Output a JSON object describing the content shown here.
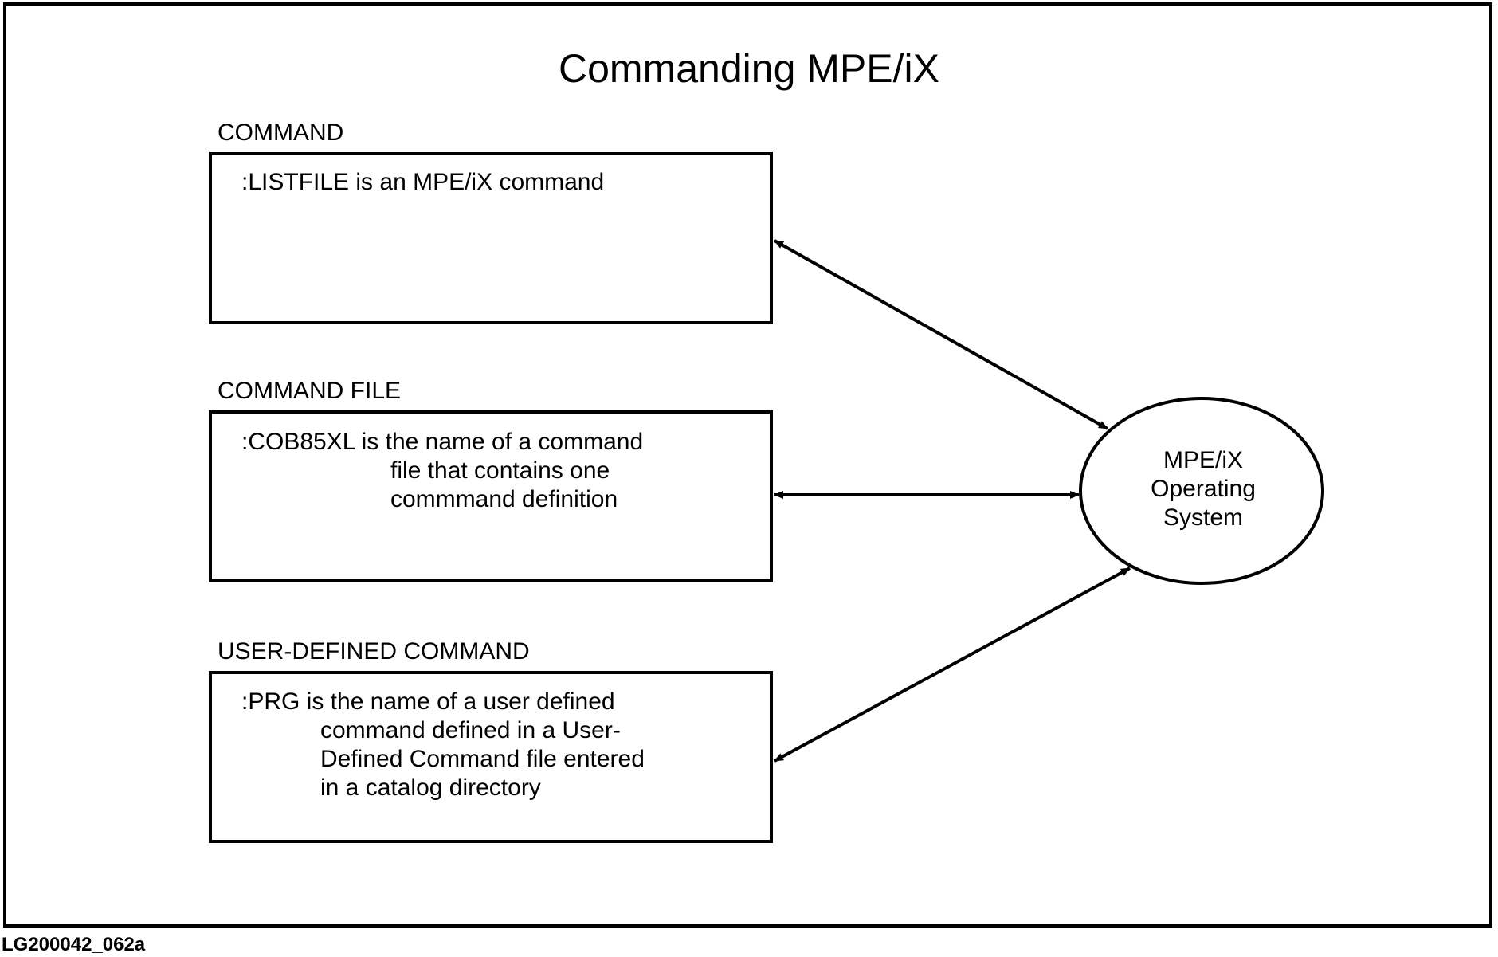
{
  "title": "Commanding MPE/iX",
  "sections": [
    {
      "label": "COMMAND",
      "lines": [
        ":LISTFILE is an MPE/iX command"
      ]
    },
    {
      "label": "COMMAND FILE",
      "lines": [
        ":COB85XL is the name of a command",
        "file that contains one",
        "commmand definition"
      ]
    },
    {
      "label": "USER-DEFINED COMMAND",
      "lines": [
        ":PRG is the name of a user defined",
        "command defined in a User-",
        "Defined Command file entered",
        "in a catalog directory"
      ]
    }
  ],
  "os_node": {
    "lines": [
      "MPE/iX",
      "Operating",
      "System"
    ]
  },
  "figure_id": "LG200042_062a"
}
